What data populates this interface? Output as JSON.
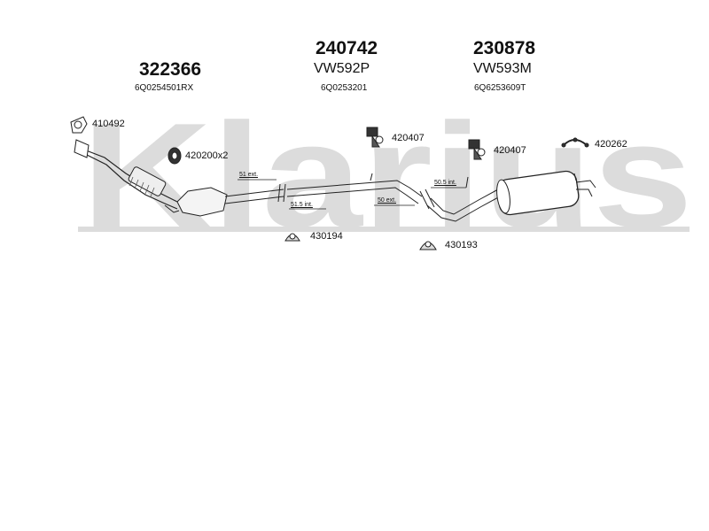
{
  "watermark": "Klarius",
  "sections": {
    "front": {
      "code": "322366",
      "oem": "6Q0254501RX"
    },
    "middle": {
      "code": "240742",
      "ref": "VW592P",
      "oem": "6Q0253201"
    },
    "rear": {
      "code": "230878",
      "ref": "VW593M",
      "oem": "6Q6253609T"
    }
  },
  "parts": {
    "gasket": "410492",
    "hanger_x2": "420200x2",
    "hanger_mid": "420407",
    "hanger_rear": "420407",
    "bracket": "420262",
    "clamp_front": "430194",
    "clamp_rear": "430193"
  },
  "dimensions": {
    "d51ext": "51 ext.",
    "d515int": "51.5 int.",
    "d50ext": "50 ext.",
    "d505int": "50.5 int."
  },
  "colors": {
    "watermark": "#dcdcdc",
    "line": "#222222",
    "pipe_fill": "#ffffff"
  }
}
